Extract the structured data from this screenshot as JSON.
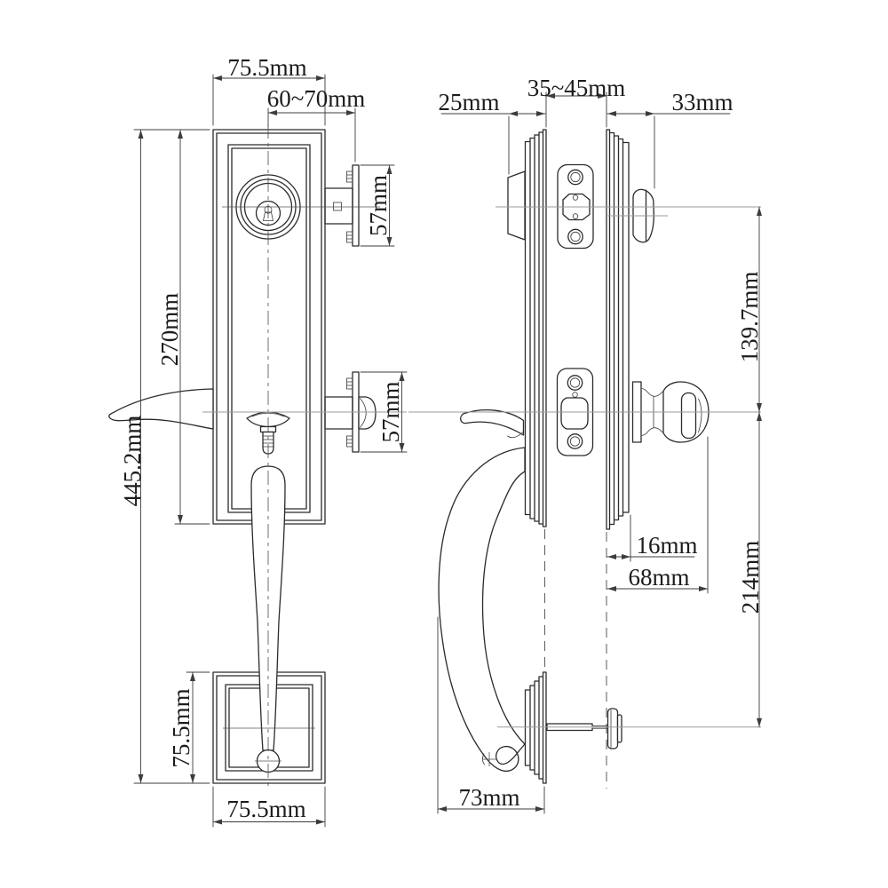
{
  "style": {
    "background": "#ffffff",
    "line": "#2b2b2b",
    "centerline": "#9b9b9b",
    "dimension": "#3c3c3c",
    "text": "#1c1c1c"
  },
  "dims": {
    "front_plate_width": "75.5mm",
    "backset": "60~70mm",
    "deadbolt_latch": "57mm",
    "spring_latch": "57mm",
    "plate_height": "270mm",
    "overall_height": "445.2mm",
    "base_plate_height": "75.5mm",
    "base_plate_width": "75.5mm",
    "exterior_projection": "25mm",
    "door_thickness": "35~45mm",
    "thumbturn_projection": "33mm",
    "cylinder_to_knob": "139.7mm",
    "rosette_thickness": "16mm",
    "knob_projection": "68mm",
    "knob_to_bolt": "214mm",
    "handle_projection": "73mm"
  }
}
